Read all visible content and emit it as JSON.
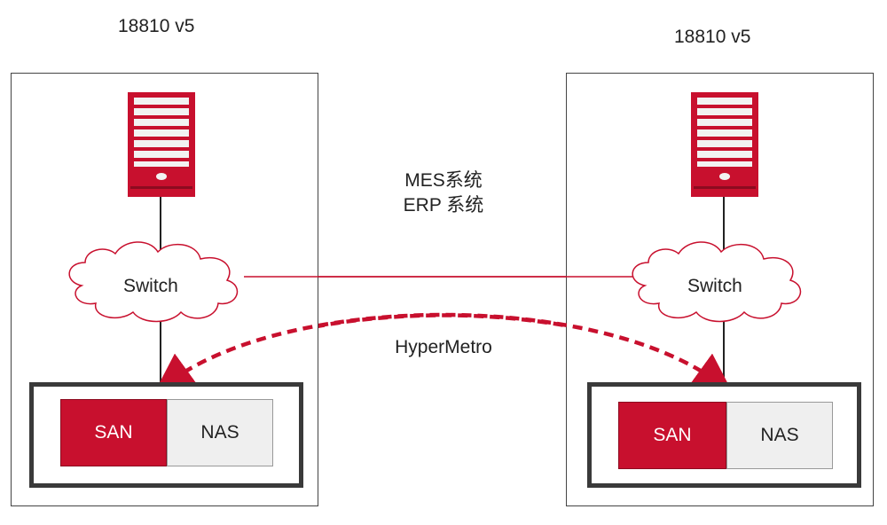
{
  "left_site": {
    "title": "18810 v5",
    "switch_label": "Switch",
    "san_label": "SAN",
    "nas_label": "NAS"
  },
  "right_site": {
    "title": "18810 v5",
    "switch_label": "Switch",
    "san_label": "SAN",
    "nas_label": "NAS"
  },
  "link": {
    "systems": [
      "MES系统",
      "ERP 系统"
    ],
    "replication_label": "HyperMetro"
  },
  "colors": {
    "accent_red": "#c8102e",
    "storage_border": "#3a3a3a",
    "nas_fill": "#efefef"
  },
  "icons": {
    "server": "server-icon",
    "switch": "cloud-icon"
  }
}
